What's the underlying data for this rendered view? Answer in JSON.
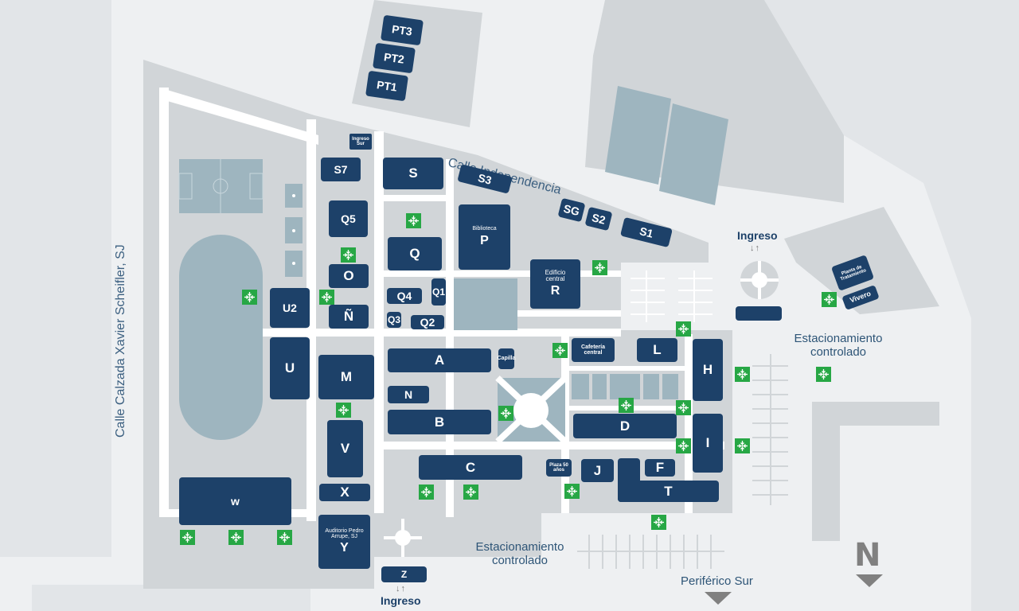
{
  "map_title": "",
  "streets": {
    "independencia": "Calle Independencia",
    "xavier": "Calle Calzada Xavier Scheifler, SJ",
    "periferico": "Periférico Sur"
  },
  "labels": {
    "parking_right": "Estacionamiento\ncontrolado",
    "parking_bottom": "Estacionamiento\ncontrolado",
    "ingreso_top": "Ingreso",
    "ingreso_bottom": "Ingreso",
    "ingreso_arrows": "↓↑",
    "north": "N"
  },
  "buildings": {
    "pt3": "PT3",
    "pt2": "PT2",
    "pt1": "PT1",
    "ingreso_sur": "Ingreso Sur",
    "s7": "S7",
    "s": "S",
    "s3": "S3",
    "sg": "SG",
    "s2": "S2",
    "s1": "S1",
    "q5": "Q5",
    "q": "Q",
    "o": "O",
    "n_tilde": "Ñ",
    "q4": "Q4",
    "q1": "Q1",
    "q3": "Q3",
    "q2": "Q2",
    "biblioteca_caption": "Biblioteca",
    "p": "P",
    "edificio_central_caption": "Edificio central",
    "r": "R",
    "planta": "Planta de Tratamiento",
    "vivero": "Vivero",
    "u2": "U2",
    "u": "U",
    "m": "M",
    "v": "V",
    "x": "X",
    "w": "w",
    "auditorio_caption": "Auditorio Pedro Arrupe, SJ",
    "y": "Y",
    "z": "Z",
    "a": "A",
    "capilla": "Capilla",
    "n": "N",
    "b": "B",
    "c": "C",
    "cafeteria": "Cafetería central",
    "l": "L",
    "h": "H",
    "d": "D",
    "i": "I",
    "plaza": "Plaza 50 años",
    "j": "J",
    "f": "F",
    "t": "T"
  },
  "icons": {
    "muster_point": "assembly-point-icon",
    "roundabout": "roundabout-icon",
    "north_arrow": "north-arrow-icon"
  },
  "colors": {
    "building": "#1d4169",
    "grounds": "#d1d5d8",
    "field": "#9eb5bf",
    "background": "#eef0f2",
    "muster": "#27a745",
    "road": "#ffffff",
    "text": "#2e5577"
  }
}
